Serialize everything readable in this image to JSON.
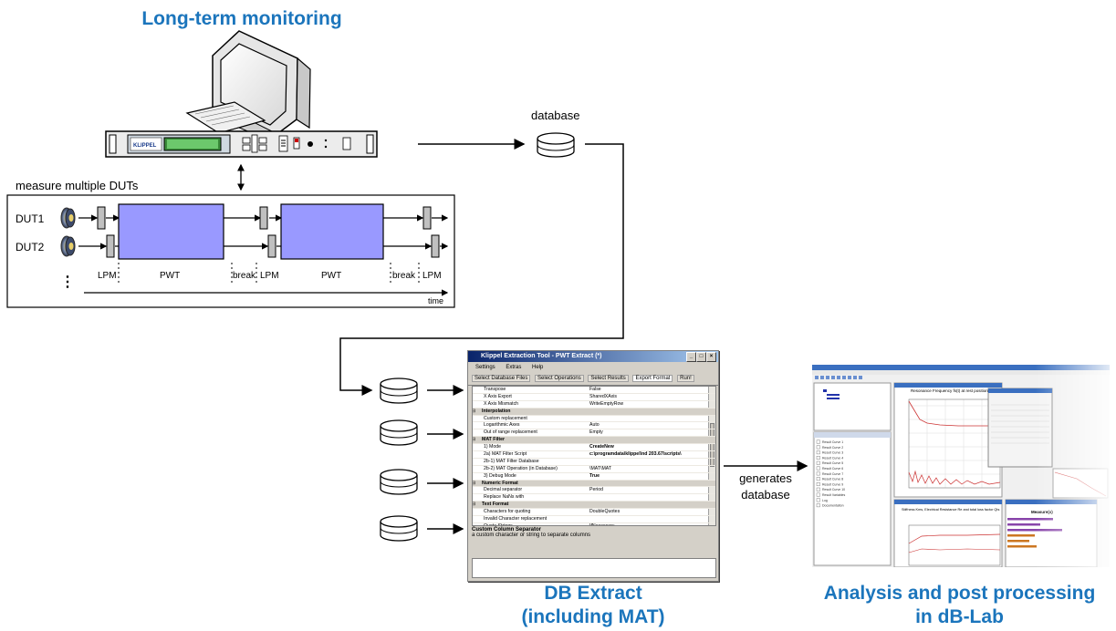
{
  "titles": {
    "long_term": "Long-term monitoring",
    "db_extract_1": "DB Extract",
    "db_extract_2": "(including MAT)",
    "analysis_1": "Analysis and post processing",
    "analysis_2": "in dB-Lab"
  },
  "labels": {
    "database": "database",
    "generates_1": "generates",
    "generates_2": "database",
    "measure": "measure multiple DUTs"
  },
  "timeline": {
    "dut1": "DUT1",
    "dut2": "DUT2",
    "dots": "⋮",
    "lpm1": "LPM",
    "pwt1": "PWT",
    "break1": "break",
    "lpm2": "LPM",
    "pwt2": "PWT",
    "break2": "break",
    "lpm3": "LPM",
    "time": "time"
  },
  "hardware": {
    "brand": "KLIPPEL"
  },
  "extract_window": {
    "title": "Klippel Extraction Tool - PWT Extract (*)",
    "menu": [
      "Settings",
      "Extras",
      "Help"
    ],
    "tabs": [
      "Select Database Files",
      "Select Operations",
      "Select Results",
      "Export Format",
      "Run!"
    ],
    "rows": [
      {
        "k": "Transpose",
        "v": "False",
        "cat": false
      },
      {
        "k": "X Axis Export",
        "v": "SharedXAxis",
        "cat": false
      },
      {
        "k": "X Axis Mismatch",
        "v": "WriteEmptyRow",
        "cat": false
      },
      {
        "k": "Interpolation",
        "v": "",
        "cat": true
      },
      {
        "k": "Custom replacement",
        "v": "",
        "cat": false
      },
      {
        "k": "Logarithmic Axes",
        "v": "Auto",
        "cat": false
      },
      {
        "k": "Out of range replacement",
        "v": "Empty",
        "cat": false
      },
      {
        "k": "MAT Filter",
        "v": "",
        "cat": true
      },
      {
        "k": "1) Mode",
        "v": "CreateNew",
        "cat": false
      },
      {
        "k": "2a) MAT Filter Script",
        "v": "c:\\programdata\\klippel\\nd 203.67\\scripts\\",
        "cat": false
      },
      {
        "k": "2b-1) MAT Filter Database",
        "v": "",
        "cat": false
      },
      {
        "k": "2b-2) MAT Operation (in Database)",
        "v": "\\MAT\\MAT",
        "cat": false
      },
      {
        "k": "3) Debug Mode",
        "v": "True",
        "cat": false
      },
      {
        "k": "Numeric Format",
        "v": "",
        "cat": true
      },
      {
        "k": "Decimal separator",
        "v": "Period",
        "cat": false
      },
      {
        "k": "Replace NaNs with",
        "v": "",
        "cat": false
      },
      {
        "k": "Text Format",
        "v": "",
        "cat": true
      },
      {
        "k": "Characters for quoting",
        "v": "DoubleQuotes",
        "cat": false
      },
      {
        "k": "Invalid Character replacement",
        "v": "",
        "cat": false
      },
      {
        "k": "Quote Strings",
        "v": "IfNecessary",
        "cat": false
      }
    ],
    "desc_title": "Custom Column Separator",
    "desc_text": "a custom character or string to separate columns"
  },
  "dblab": {
    "plot1_title": "Resonance Frequency fs(t) at rest position",
    "plot2_title": "Stiffness Kms, Electrical Resistance Re and total loss factor Qts",
    "panel_title": "Measure(x)",
    "tree_items": [
      "Result Curve 1",
      "Result Curve 2",
      "Result Curve 3",
      "Result Curve 4",
      "Result Curve 5",
      "Result Curve 6",
      "Result Curve 7",
      "Result Curve 8",
      "Result Curve 9",
      "Result Curve 10",
      "Result Variables",
      "Log",
      "Documentation"
    ]
  }
}
